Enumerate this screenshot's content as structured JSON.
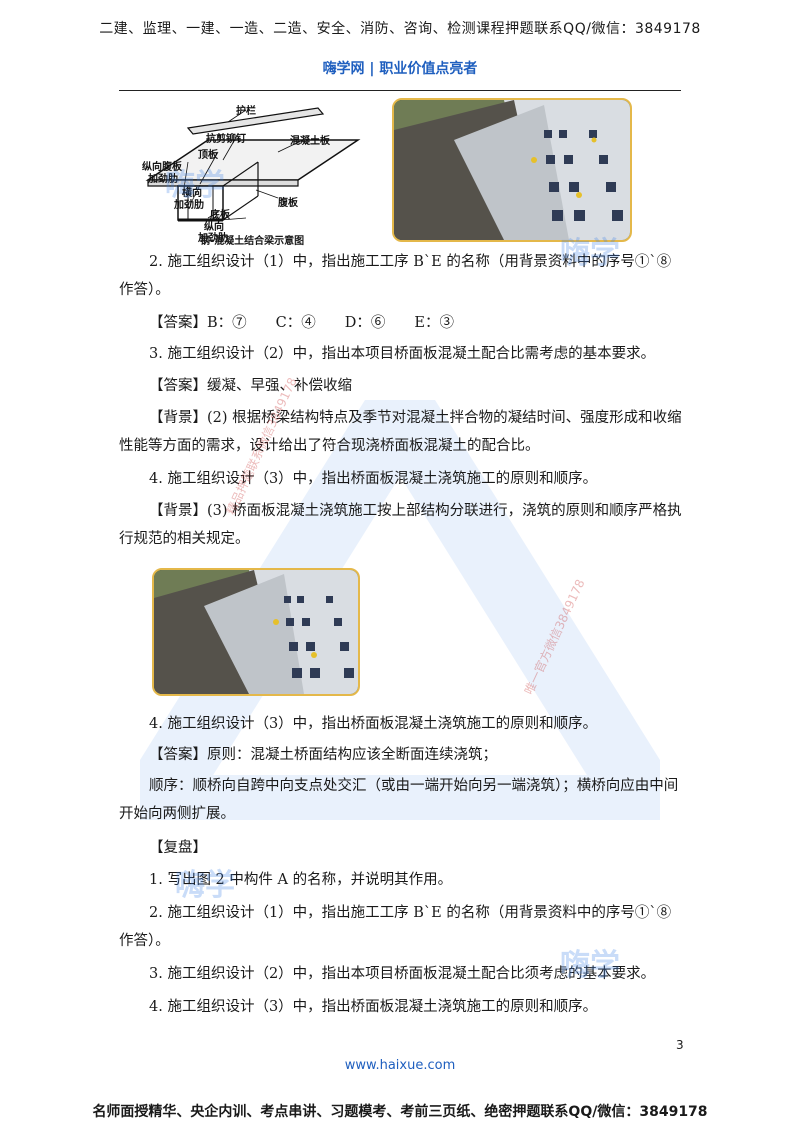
{
  "header": {
    "banner": "二建、监理、一建、一造、二造、安全、消防、咨询、检测课程押题联系QQ/微信：3849178",
    "subtitle": "嗨学网 | 职业价值点亮者"
  },
  "diagram": {
    "caption": "钢-混凝土结合梁示意图",
    "labels": {
      "guardrail": "护栏",
      "shear_nail": "抗剪铆钉",
      "top_plate": "顶板",
      "concrete_slab": "混凝土板",
      "long_web_stiff_1": "纵向腹板",
      "long_web_stiff_2": "加劲肋",
      "transverse_1": "横向",
      "transverse_2": "加劲肋",
      "bottom_plate": "底板",
      "web_plate": "腹板",
      "long_stiff_1": "纵向",
      "long_stiff_2": "加劲肋"
    }
  },
  "watermark": {
    "logo": "嗨学",
    "stamp": "唯一官方微信3849178",
    "stamp2": "精品押题联系微信3849178"
  },
  "content": {
    "q2": "2. 施工组织设计（1）中，指出施工工序 B`E 的名称（用背景资料中的序号①`⑧作答）。",
    "a2": "【答案】B：⑦　　C：④　　D：⑥　　E：③",
    "q3": "3. 施工组织设计（2）中，指出本项目桥面板混凝土配合比需考虑的基本要求。",
    "a3": "【答案】缓凝、早强、补偿收缩",
    "bg2": "【背景】(2) 根据桥梁结构特点及季节对混凝土拌合物的凝结时间、强度形成和收缩性能等方面的需求，设计给出了符合现浇桥面板混凝土的配合比。",
    "q4": "4. 施工组织设计（3）中，指出桥面板混凝土浇筑施工的原则和顺序。",
    "bg3": "【背景】(3) 桥面板混凝土浇筑施工按上部结构分联进行，浇筑的原则和顺序严格执行规范的相关规定。",
    "q4b": "4. 施工组织设计（3）中，指出桥面板混凝土浇筑施工的原则和顺序。",
    "a4_1": "【答案】原则：混凝土桥面结构应该全断面连续浇筑；",
    "a4_2": "顺序：顺桥向自跨中向支点处交汇（或由一端开始向另一端浇筑）；横桥向应由中间开始向两侧扩展。",
    "review_title": "【复盘】",
    "r1": "1. 写出图 2 中构件 A 的名称，并说明其作用。",
    "r2": "2. 施工组织设计（1）中，指出施工工序 B`E 的名称（用背景资料中的序号①`⑧作答）。",
    "r3": "3. 施工组织设计（2）中，指出本项目桥面板混凝土配合比须考虑的基本要求。",
    "r4": "4. 施工组织设计（3）中，指出桥面板混凝土浇筑施工的原则和顺序。"
  },
  "footer": {
    "page_number": "3",
    "url": "www.haixue.com",
    "banner": "名师面授精华、央企内训、考点串讲、习题模考、考前三页纸、绝密押题联系QQ/微信：3849178"
  }
}
